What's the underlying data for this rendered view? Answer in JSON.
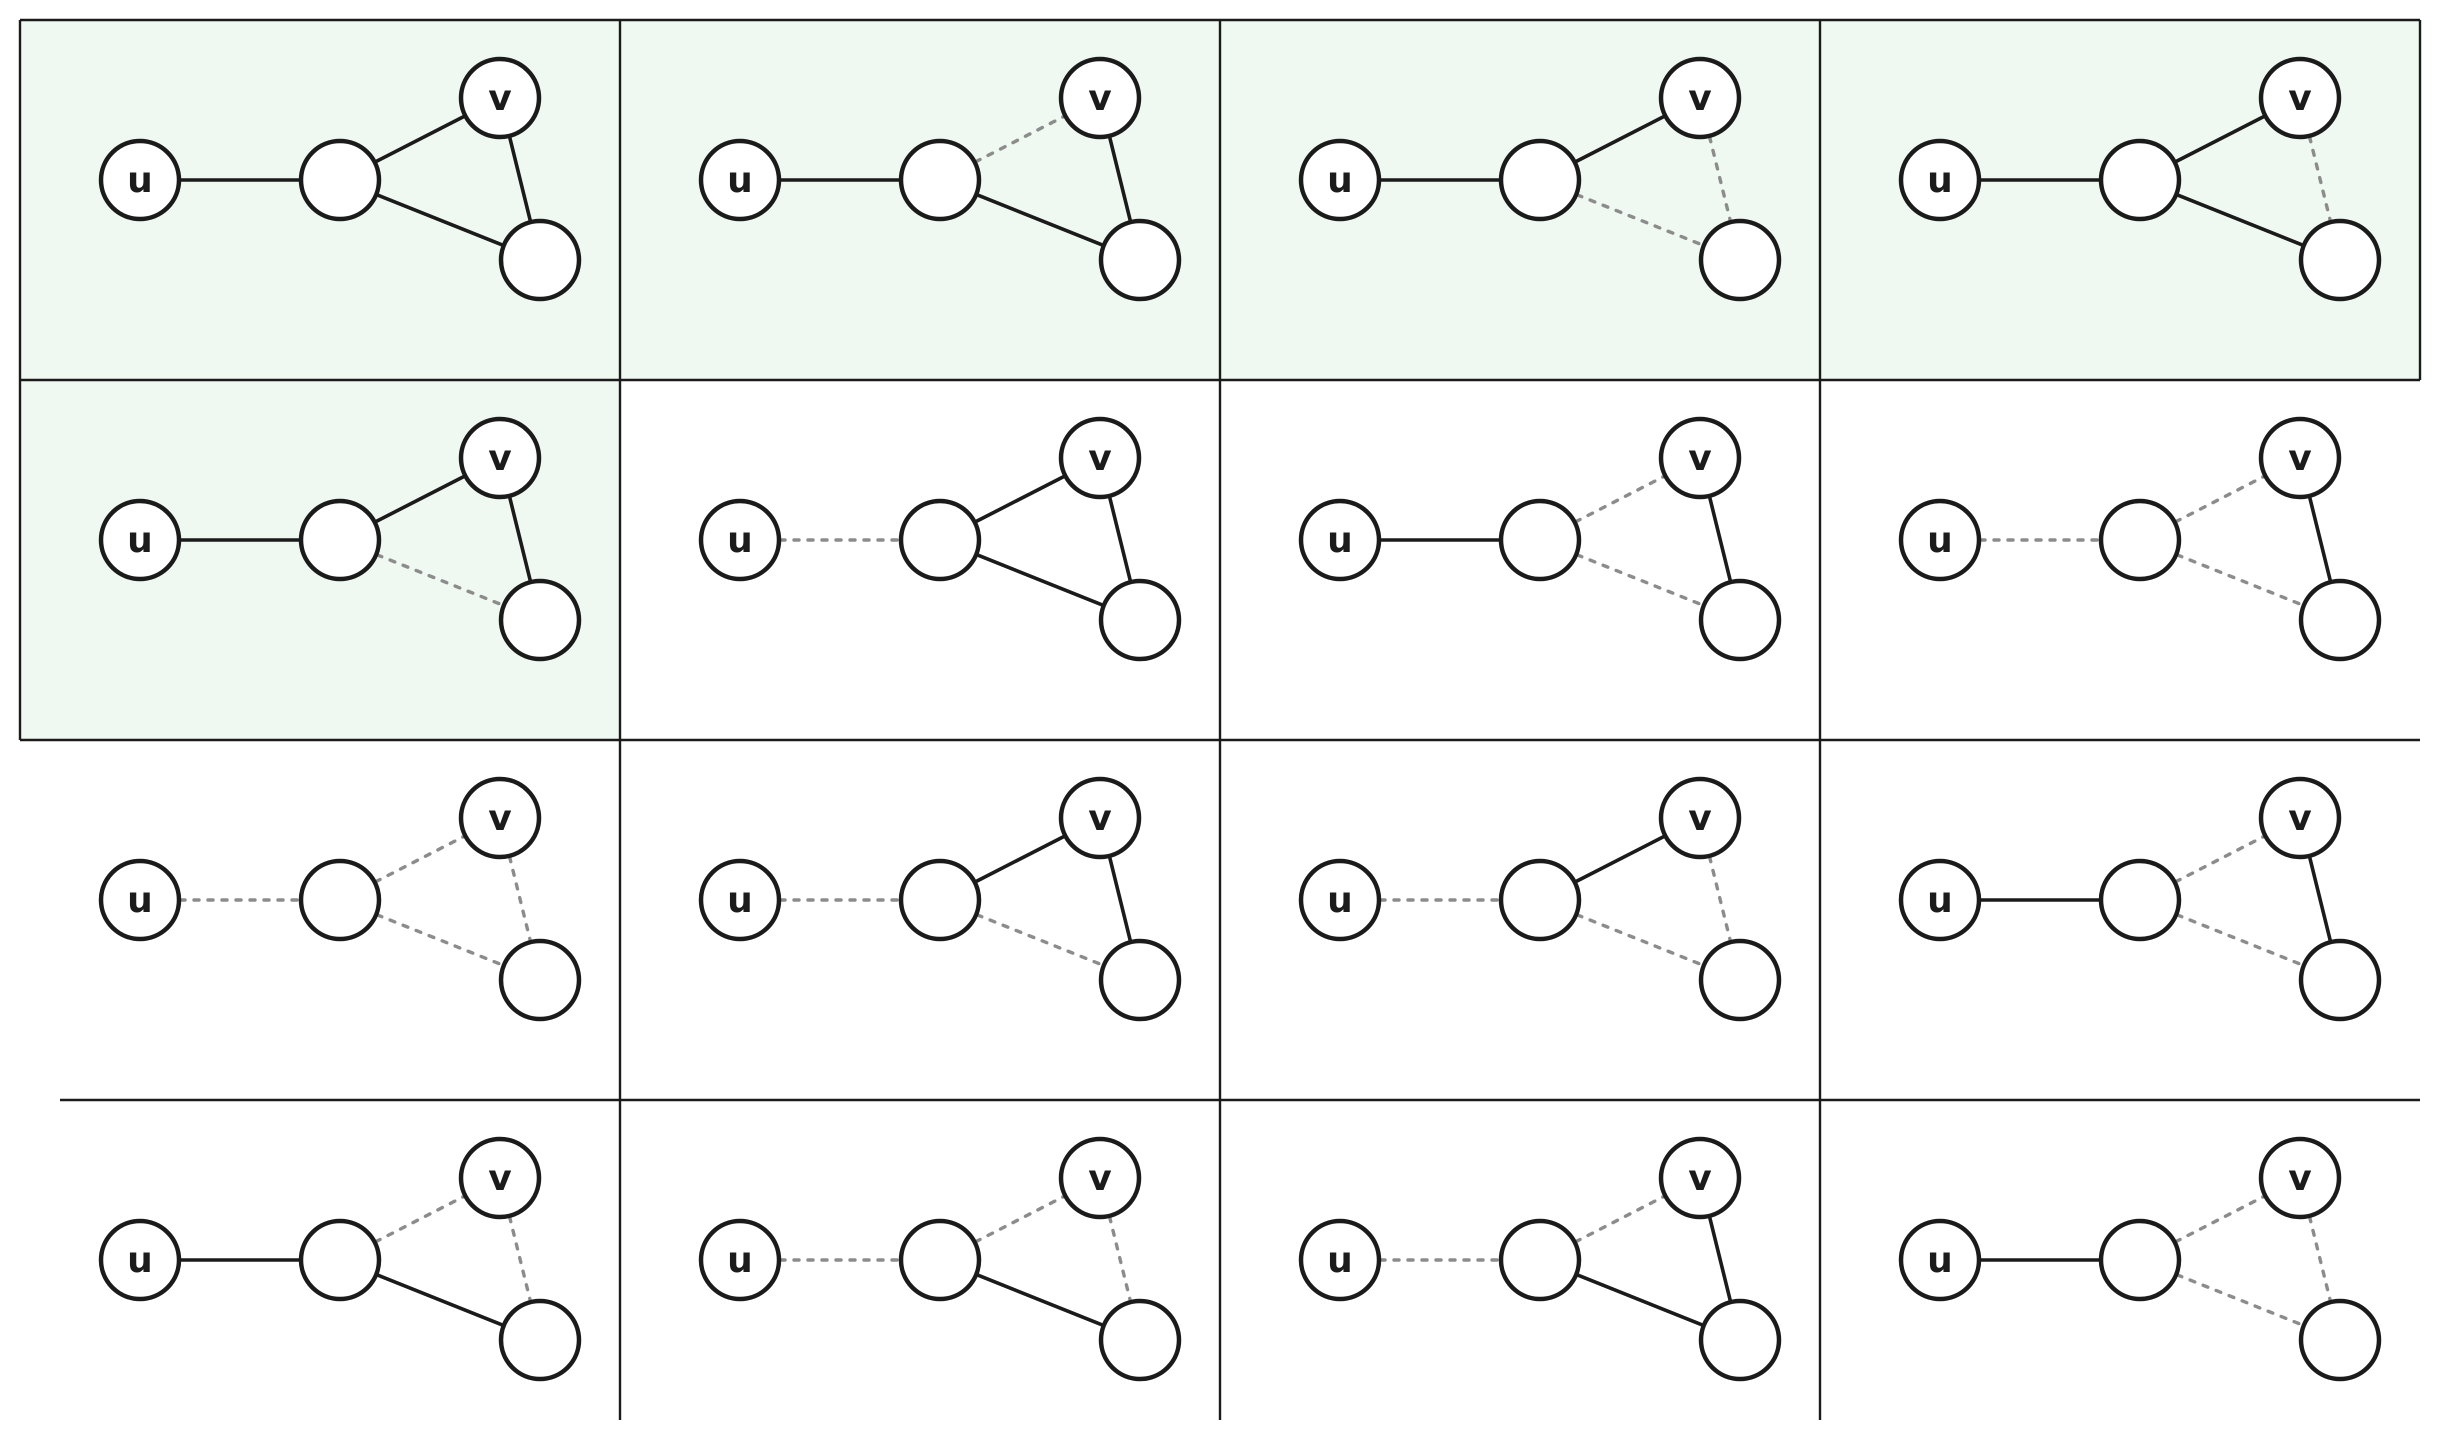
{
  "labels": {
    "u": "u",
    "v": "v"
  },
  "colors": {
    "highlight_fill": "#eff9f1",
    "node_stroke": "#1b1b1b",
    "solid_edge": "#1b1b1b",
    "dashed_edge": "#8c8c8c"
  },
  "edge_order": [
    "u-c",
    "c-v",
    "c-w",
    "v-w"
  ],
  "cells": [
    {
      "highlighted": true,
      "edges": {
        "u-c": true,
        "c-v": true,
        "c-w": true,
        "v-w": true
      }
    },
    {
      "highlighted": true,
      "edges": {
        "u-c": true,
        "c-v": false,
        "c-w": true,
        "v-w": true
      }
    },
    {
      "highlighted": true,
      "edges": {
        "u-c": true,
        "c-v": true,
        "c-w": false,
        "v-w": false
      }
    },
    {
      "highlighted": true,
      "edges": {
        "u-c": true,
        "c-v": true,
        "c-w": true,
        "v-w": false
      }
    },
    {
      "highlighted": true,
      "edges": {
        "u-c": true,
        "c-v": true,
        "c-w": false,
        "v-w": true
      }
    },
    {
      "highlighted": false,
      "edges": {
        "u-c": false,
        "c-v": true,
        "c-w": true,
        "v-w": true
      }
    },
    {
      "highlighted": false,
      "edges": {
        "u-c": true,
        "c-v": false,
        "c-w": false,
        "v-w": true
      }
    },
    {
      "highlighted": false,
      "edges": {
        "u-c": false,
        "c-v": false,
        "c-w": false,
        "v-w": true
      }
    },
    {
      "highlighted": false,
      "edges": {
        "u-c": false,
        "c-v": false,
        "c-w": false,
        "v-w": false
      }
    },
    {
      "highlighted": false,
      "edges": {
        "u-c": false,
        "c-v": true,
        "c-w": false,
        "v-w": true
      }
    },
    {
      "highlighted": false,
      "edges": {
        "u-c": false,
        "c-v": true,
        "c-w": false,
        "v-w": false
      }
    },
    {
      "highlighted": false,
      "edges": {
        "u-c": true,
        "c-v": false,
        "c-w": false,
        "v-w": true
      }
    },
    {
      "highlighted": false,
      "edges": {
        "u-c": true,
        "c-v": false,
        "c-w": true,
        "v-w": false
      }
    },
    {
      "highlighted": false,
      "edges": {
        "u-c": false,
        "c-v": false,
        "c-w": true,
        "v-w": false
      }
    },
    {
      "highlighted": false,
      "edges": {
        "u-c": false,
        "c-v": false,
        "c-w": true,
        "v-w": true
      }
    },
    {
      "highlighted": false,
      "edges": {
        "u-c": true,
        "c-v": false,
        "c-w": false,
        "v-w": false
      }
    }
  ]
}
